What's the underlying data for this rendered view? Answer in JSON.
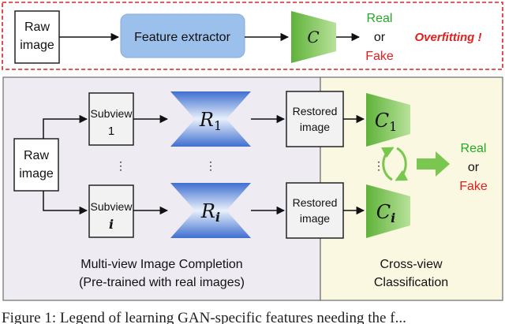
{
  "top": {
    "raw_image": [
      "Raw",
      "image"
    ],
    "feature_extractor": "Feature extractor",
    "classifier": "C",
    "result": [
      "Real",
      "or",
      "Fake"
    ],
    "warning": "Overfitting !"
  },
  "bottom": {
    "raw_image": [
      "Raw",
      "image"
    ],
    "subview_1": [
      "Subview",
      "1"
    ],
    "subview_i": [
      "Subview",
      "i"
    ],
    "restorer_1": "R",
    "restorer_1_sub": "1",
    "restorer_i": "R",
    "restorer_i_sub": "i",
    "restored_1": [
      "Restored",
      "image"
    ],
    "restored_i": [
      "Restored",
      "image"
    ],
    "classifier_1": "C",
    "classifier_1_sub": "1",
    "classifier_i": "C",
    "classifier_i_sub": "i",
    "ellipsis": "⋮",
    "result": [
      "Real",
      "or",
      "Fake"
    ],
    "left_caption": [
      "Multi-view Image Completion",
      "(Pre-trained with real images)"
    ],
    "right_caption": [
      "Cross-view",
      "Classification"
    ]
  },
  "figure_caption": "Figure 1:  Legend of learning GAN-specific features  needing the f...",
  "colors": {
    "real": "#22aa22",
    "fake": "#e02020",
    "warning": "#e02020",
    "feature_box": "#9cc0ec",
    "classifier_green": "#7ac74f",
    "restorer_blue": "#6a8fd8",
    "left_panel": "#eeebf3",
    "right_panel": "#fbf8e2"
  }
}
